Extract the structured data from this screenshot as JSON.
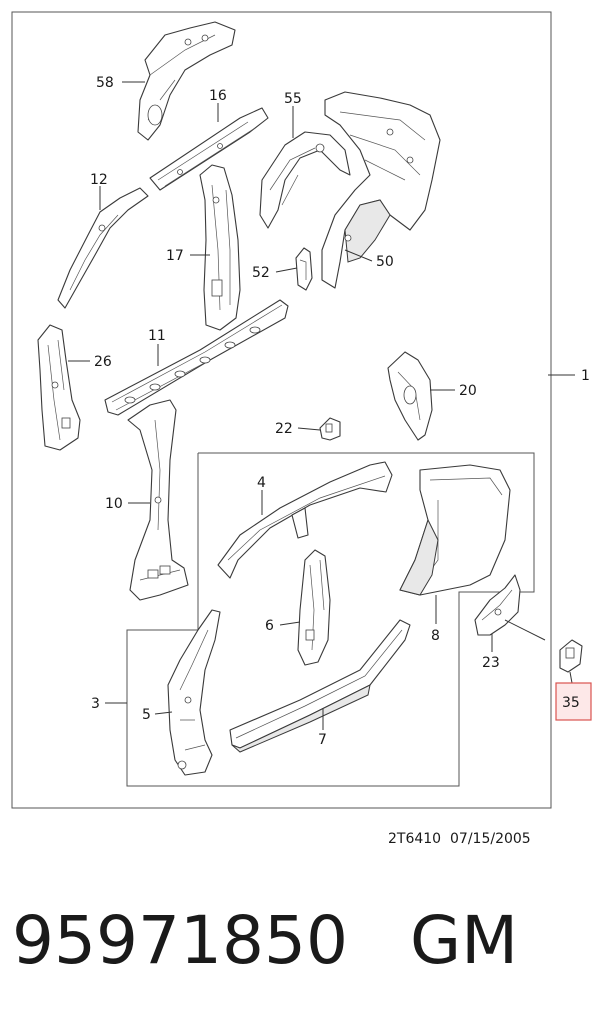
{
  "labels": {
    "p58": "58",
    "p16": "16",
    "p55": "55",
    "p12": "12",
    "p17": "17",
    "p52": "52",
    "p50": "50",
    "p26": "26",
    "p11": "11",
    "p1": "1",
    "p20": "20",
    "p22": "22",
    "p10": "10",
    "p4": "4",
    "p6": "6",
    "p8": "8",
    "p23": "23",
    "p35": "35",
    "p3": "3",
    "p5": "5",
    "p7": "7"
  },
  "highlight_color": "#d9534f",
  "highlight_fill": "#fde8e8",
  "footer": {
    "drawing_code": "2T6410",
    "date": "07/15/2005"
  },
  "part_number": "95971850",
  "brand": "GM"
}
